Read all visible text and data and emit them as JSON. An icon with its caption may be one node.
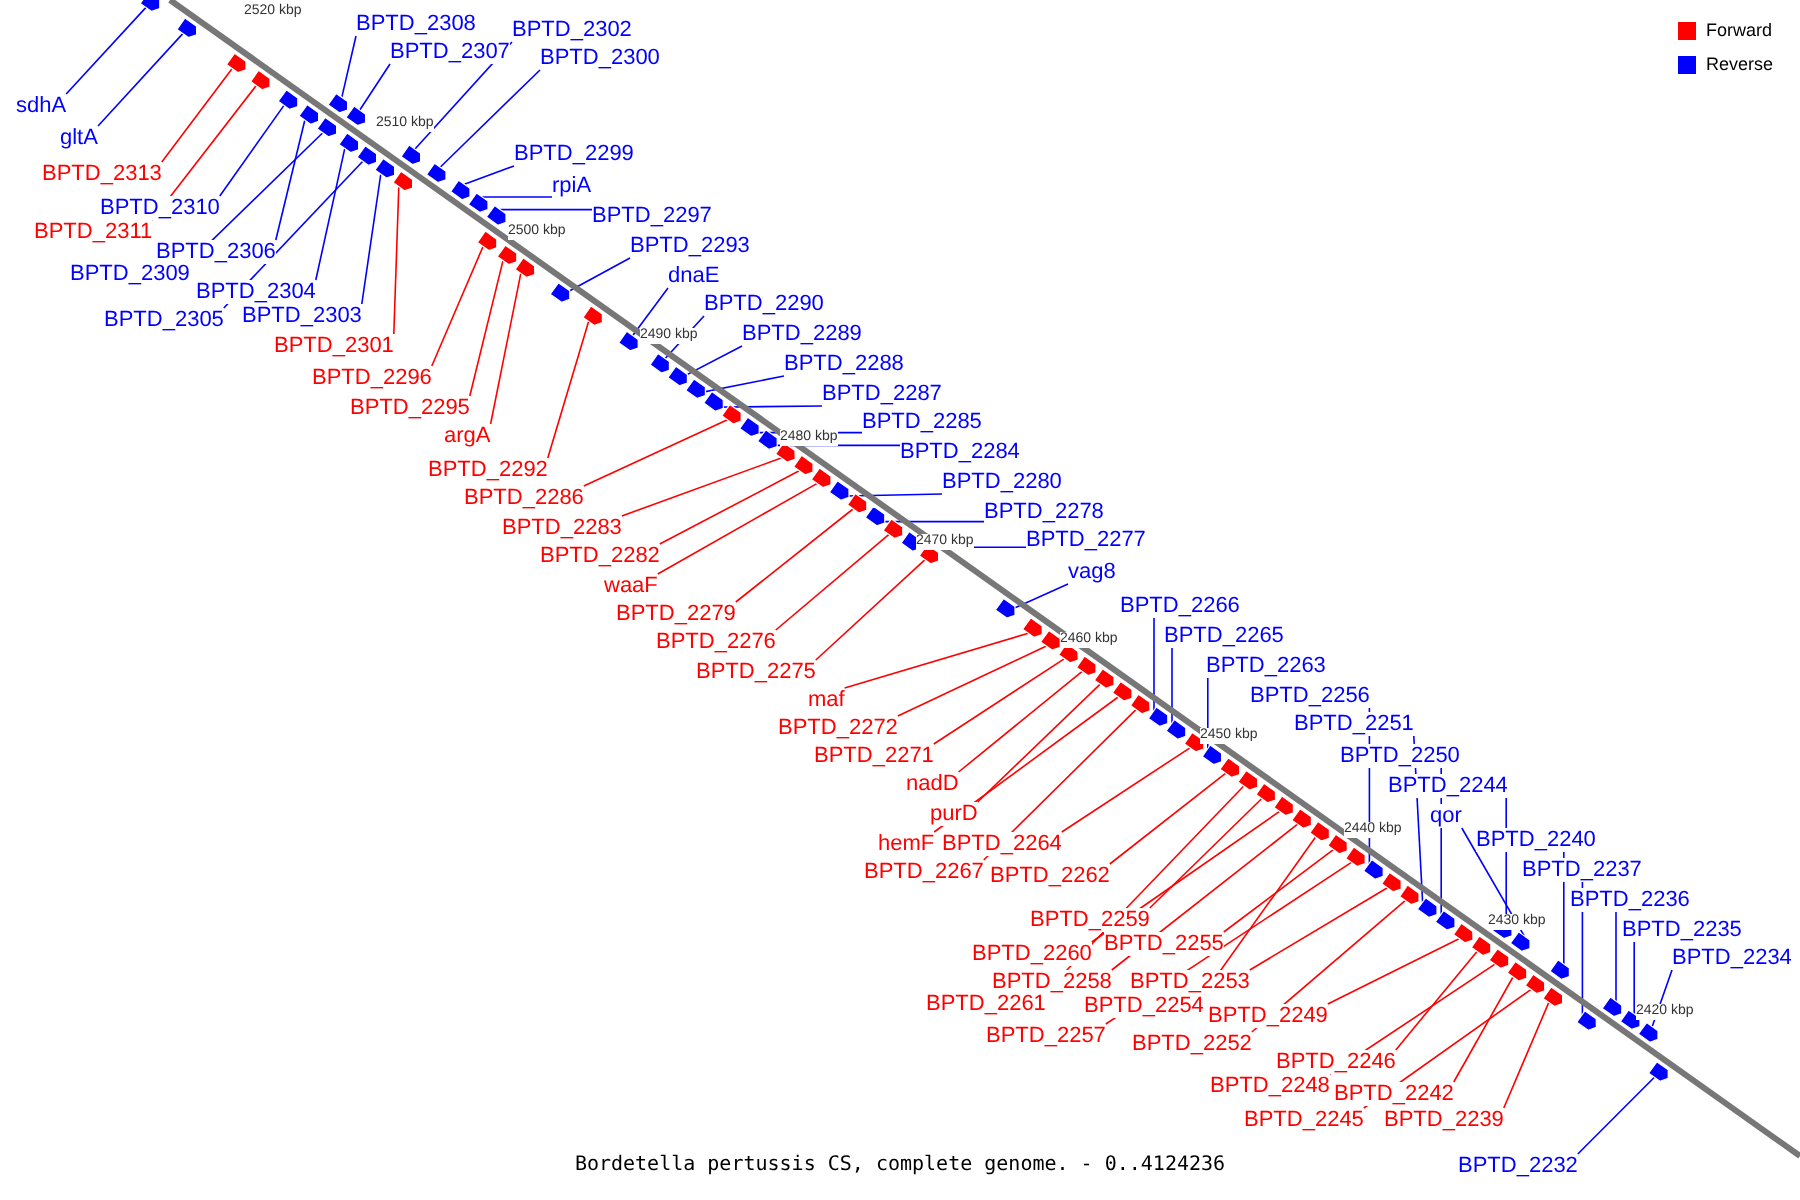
{
  "diagram": {
    "caption": "Bordetella pertussis CS, complete genome. - 0..4124236",
    "nodes": [
      {
        "text": [
          "BPTD_2308"
        ]
      },
      {
        "text": [
          "BPTD_2307"
        ]
      },
      {
        "text": [
          "BPTD_2302"
        ]
      },
      {
        "text": [
          "BPTD_2300"
        ]
      },
      {
        "text": [
          "BPTD_2299"
        ]
      },
      {
        "text": [
          "rpiA"
        ]
      },
      {
        "text": [
          "BPTD_2297"
        ]
      },
      {
        "text": [
          "BPTD_2293"
        ]
      },
      {
        "text": [
          "dnaE"
        ]
      },
      {
        "text": [
          "BPTD_2290"
        ]
      },
      {
        "text": [
          "BPTD_2289"
        ]
      },
      {
        "text": [
          "BPTD_2288"
        ]
      },
      {
        "text": [
          "BPTD_2287"
        ]
      },
      {
        "text": [
          "BPTD_2285"
        ]
      },
      {
        "text": [
          "BPTD_2284"
        ]
      },
      {
        "text": [
          "BPTD_2280"
        ]
      },
      {
        "text": [
          "BPTD_2278"
        ]
      },
      {
        "text": [
          "BPTD_2277"
        ]
      },
      {
        "text": [
          "vag8"
        ]
      },
      {
        "text": [
          "BPTD_2266"
        ]
      },
      {
        "text": [
          "BPTD_2265"
        ]
      },
      {
        "text": [
          "BPTD_2263"
        ]
      },
      {
        "text": [
          "BPTD_2256"
        ]
      },
      {
        "text": [
          "BPTD_2251"
        ]
      },
      {
        "text": [
          "BPTD_2250"
        ]
      },
      {
        "text": [
          "BPTD_2244"
        ]
      },
      {
        "text": [
          "qor"
        ]
      },
      {
        "text": [
          "BPTD_2240"
        ]
      },
      {
        "text": [
          "BPTD_2237"
        ]
      },
      {
        "text": [
          "BPTD_2236"
        ]
      },
      {
        "text": [
          "BPTD_2235"
        ]
      },
      {
        "text": [
          "BPTD_2234"
        ]
      },
      {
        "text": [
          "sdhA"
        ]
      },
      {
        "text": [
          "gltA"
        ]
      },
      {
        "text": [
          "BPTD_2310"
        ]
      },
      {
        "text": [
          "BPTD_2306"
        ]
      },
      {
        "text": [
          "BPTD_2309"
        ]
      },
      {
        "text": [
          "BPTD_2304"
        ]
      },
      {
        "text": [
          "BPTD_2305"
        ]
      },
      {
        "text": [
          "BPTD_2303"
        ]
      },
      {
        "text": [
          "BPTD_2232"
        ]
      },
      {
        "text": [
          "BPTD_2313"
        ]
      },
      {
        "text": [
          "BPTD_2311"
        ]
      },
      {
        "text": [
          "BPTD_2301"
        ]
      },
      {
        "text": [
          "BPTD_2296"
        ]
      },
      {
        "text": [
          "BPTD_2295"
        ]
      },
      {
        "text": [
          "argA"
        ]
      },
      {
        "text": [
          "BPTD_2292"
        ]
      },
      {
        "text": [
          "BPTD_2286"
        ]
      },
      {
        "text": [
          "BPTD_2283"
        ]
      },
      {
        "text": [
          "BPTD_2282"
        ]
      },
      {
        "text": [
          "waaF"
        ]
      },
      {
        "text": [
          "BPTD_2279"
        ]
      },
      {
        "text": [
          "BPTD_2276"
        ]
      },
      {
        "text": [
          "BPTD_2275"
        ]
      },
      {
        "text": [
          "maf"
        ]
      },
      {
        "text": [
          "BPTD_2272"
        ]
      },
      {
        "text": [
          "BPTD_2271"
        ]
      },
      {
        "text": [
          "nadD"
        ]
      },
      {
        "text": [
          "purD"
        ]
      },
      {
        "text": [
          "hemF"
        ]
      },
      {
        "text": [
          "BPTD_2267"
        ]
      },
      {
        "text": [
          "BPTD_2264"
        ]
      },
      {
        "text": [
          "BPTD_2262"
        ]
      },
      {
        "text": [
          "BPTD_2259"
        ]
      },
      {
        "text": [
          "BPTD_2260"
        ]
      },
      {
        "text": [
          "BPTD_2255"
        ]
      },
      {
        "text": [
          "BPTD_2258"
        ]
      },
      {
        "text": [
          "BPTD_2253"
        ]
      },
      {
        "text": [
          "BPTD_2261"
        ]
      },
      {
        "text": [
          "BPTD_2254"
        ]
      },
      {
        "text": [
          "BPTD_2257"
        ]
      },
      {
        "text": [
          "BPTD_2249"
        ]
      },
      {
        "text": [
          "BPTD_2252"
        ]
      },
      {
        "text": [
          "BPTD_2246"
        ]
      },
      {
        "text": [
          "BPTD_2248"
        ]
      },
      {
        "text": [
          "BPTD_2242"
        ]
      },
      {
        "text": [
          "BPTD_2245"
        ]
      },
      {
        "text": [
          "BPTD_2239"
        ]
      },
      {
        "text": [],
        "shape": "box"
      },
      {
        "text": [],
        "shape": "box"
      },
      {
        "text": [],
        "shape": "box"
      },
      {
        "text": [],
        "shape": "box"
      },
      {
        "text": [],
        "shape": "box"
      },
      {
        "text": [],
        "shape": "box"
      },
      {
        "text": [],
        "shape": "box"
      },
      {
        "text": [],
        "shape": "box"
      },
      {
        "text": [],
        "shape": "box"
      },
      {
        "text": [],
        "shape": "box"
      },
      {
        "text": [],
        "shape": "box"
      },
      {
        "text": [],
        "shape": "box"
      },
      {
        "text": [],
        "shape": "box"
      },
      {
        "text": [],
        "shape": "box"
      },
      {
        "text": [],
        "shape": "box"
      },
      {
        "text": [],
        "shape": "box"
      },
      {
        "text": [],
        "shape": "box"
      },
      {
        "text": [],
        "shape": "box"
      },
      {
        "text": [],
        "shape": "box"
      },
      {
        "text": [],
        "shape": "box"
      },
      {
        "text": [],
        "shape": "box"
      },
      {
        "text": [],
        "shape": "box"
      },
      {
        "text": [],
        "shape": "box"
      },
      {
        "text": [],
        "shape": "box"
      },
      {
        "text": [],
        "shape": "box"
      },
      {
        "text": [],
        "shape": "box"
      },
      {
        "text": [],
        "shape": "box"
      },
      {
        "text": [],
        "shape": "box"
      },
      {
        "text": [],
        "shape": "box"
      },
      {
        "text": [],
        "shape": "box"
      },
      {
        "text": [],
        "shape": "box"
      },
      {
        "text": [],
        "shape": "box"
      },
      {
        "text": [],
        "shape": "box"
      },
      {
        "text": [],
        "shape": "box"
      },
      {
        "text": [],
        "shape": "box"
      },
      {
        "text": [],
        "shape": "box"
      },
      {
        "text": [],
        "shape": "box"
      },
      {
        "text": [],
        "shape": "box"
      },
      {
        "text": [],
        "shape": "box"
      },
      {
        "text": [],
        "shape": "box"
      },
      {
        "text": [],
        "shape": "box"
      },
      {
        "text": [],
        "shape": "box"
      },
      {
        "text": [],
        "shape": "box"
      },
      {
        "text": [],
        "shape": "box"
      },
      {
        "text": [],
        "shape": "box"
      },
      {
        "text": [],
        "shape": "box"
      },
      {
        "text": [],
        "shape": "box"
      },
      {
        "text": [],
        "shape": "box"
      },
      {
        "text": [],
        "shape": "box"
      },
      {
        "text": [],
        "shape": "box"
      },
      {
        "text": [],
        "shape": "box"
      },
      {
        "text": [],
        "shape": "box"
      },
      {
        "text": [],
        "shape": "box"
      },
      {
        "text": [],
        "shape": "box"
      },
      {
        "text": [],
        "shape": "box"
      },
      {
        "text": [],
        "shape": "box"
      },
      {
        "text": [],
        "shape": "box"
      },
      {
        "text": [],
        "shape": "box"
      },
      {
        "text": [],
        "shape": "box"
      },
      {
        "text": [],
        "shape": "box"
      },
      {
        "text": [],
        "shape": "box"
      },
      {
        "text": [],
        "shape": "box"
      },
      {
        "text": [],
        "shape": "box"
      },
      {
        "text": [],
        "shape": "box"
      },
      {
        "text": [],
        "shape": "box"
      },
      {
        "text": [],
        "shape": "box"
      },
      {
        "text": [],
        "shape": "box"
      },
      {
        "text": [],
        "shape": "box"
      },
      {
        "text": [],
        "shape": "box"
      },
      {
        "text": [],
        "shape": "box"
      },
      {
        "text": [],
        "shape": "box"
      },
      {
        "text": [],
        "shape": "box"
      },
      {
        "text": [],
        "shape": "box"
      },
      {
        "text": [],
        "shape": "box"
      },
      {
        "text": [],
        "shape": "box"
      },
      {
        "text": [],
        "shape": "box"
      },
      {
        "text": [],
        "shape": "box"
      },
      {
        "text": [],
        "shape": "box"
      },
      {
        "text": [],
        "shape": "box"
      }
    ],
    "edges": [
      {
        "from": 0,
        "to": 79,
        "arrow": "none"
      },
      {
        "from": 1,
        "to": 80,
        "arrow": "none"
      },
      {
        "from": 2,
        "to": 81,
        "arrow": "none"
      },
      {
        "from": 3,
        "to": 82,
        "arrow": "none"
      },
      {
        "from": 4,
        "to": 83,
        "arrow": "none"
      },
      {
        "from": 5,
        "to": 84,
        "arrow": "none"
      },
      {
        "from": 6,
        "to": 85,
        "arrow": "none"
      },
      {
        "from": 7,
        "to": 86,
        "arrow": "none"
      },
      {
        "from": 8,
        "to": 87,
        "arrow": "none"
      },
      {
        "from": 9,
        "to": 88,
        "arrow": "none"
      },
      {
        "from": 10,
        "to": 89,
        "arrow": "none"
      },
      {
        "from": 11,
        "to": 90,
        "arrow": "none"
      },
      {
        "from": 12,
        "to": 91,
        "arrow": "none"
      },
      {
        "from": 13,
        "to": 92,
        "arrow": "none"
      },
      {
        "from": 14,
        "to": 93,
        "arrow": "none"
      },
      {
        "from": 15,
        "to": 94,
        "arrow": "none"
      },
      {
        "from": 16,
        "to": 95,
        "arrow": "none"
      },
      {
        "from": 17,
        "to": 96,
        "arrow": "none"
      },
      {
        "from": 18,
        "to": 97,
        "arrow": "none"
      },
      {
        "from": 19,
        "to": 98,
        "arrow": "none"
      },
      {
        "from": 20,
        "to": 99,
        "arrow": "none"
      },
      {
        "from": 21,
        "to": 100,
        "arrow": "none"
      },
      {
        "from": 22,
        "to": 101,
        "arrow": "none"
      },
      {
        "from": 23,
        "to": 102,
        "arrow": "none"
      },
      {
        "from": 24,
        "to": 103,
        "arrow": "none"
      },
      {
        "from": 25,
        "to": 104,
        "arrow": "none"
      },
      {
        "from": 26,
        "to": 105,
        "arrow": "none"
      },
      {
        "from": 27,
        "to": 106,
        "arrow": "none"
      },
      {
        "from": 28,
        "to": 107,
        "arrow": "none"
      },
      {
        "from": 29,
        "to": 108,
        "arrow": "none"
      },
      {
        "from": 30,
        "to": 109,
        "arrow": "none"
      },
      {
        "from": 31,
        "to": 110,
        "arrow": "none"
      },
      {
        "from": 32,
        "to": 111,
        "arrow": "none"
      },
      {
        "from": 33,
        "to": 112,
        "arrow": "none"
      },
      {
        "from": 34,
        "to": 113,
        "arrow": "none"
      },
      {
        "from": 35,
        "to": 114,
        "arrow": "none"
      },
      {
        "from": 36,
        "to": 115,
        "arrow": "none"
      },
      {
        "from": 37,
        "to": 116,
        "arrow": "none"
      },
      {
        "from": 38,
        "to": 117,
        "arrow": "none"
      },
      {
        "from": 39,
        "to": 118,
        "arrow": "none"
      },
      {
        "from": 40,
        "to": 119,
        "arrow": "none"
      },
      {
        "from": 41,
        "to": 120,
        "arrow": "none",
        "color": "#ff0000"
      },
      {
        "from": 42,
        "to": 121,
        "arrow": "none",
        "color": "#ff0000"
      },
      {
        "from": 43,
        "to": 122,
        "arrow": "none",
        "color": "#ff0000"
      },
      {
        "from": 44,
        "to": 123,
        "arrow": "none",
        "color": "#ff0000"
      },
      {
        "from": 45,
        "to": 124,
        "arrow": "none",
        "color": "#ff0000"
      },
      {
        "from": 46,
        "to": 125,
        "arrow": "none",
        "color": "#ff0000"
      },
      {
        "from": 47,
        "to": 126,
        "arrow": "none",
        "color": "#ff0000"
      },
      {
        "from": 48,
        "to": 127,
        "arrow": "none",
        "color": "#ff0000"
      },
      {
        "from": 49,
        "to": 128,
        "arrow": "none",
        "color": "#ff0000"
      },
      {
        "from": 50,
        "to": 129,
        "arrow": "none",
        "color": "#ff0000"
      },
      {
        "from": 51,
        "to": 130,
        "arrow": "none",
        "color": "#ff0000"
      },
      {
        "from": 52,
        "to": 131,
        "arrow": "none",
        "color": "#ff0000"
      },
      {
        "from": 53,
        "to": 132,
        "arrow": "none",
        "color": "#ff0000"
      },
      {
        "from": 54,
        "to": 133,
        "arrow": "none",
        "color": "#ff0000"
      },
      {
        "from": 55,
        "to": 134,
        "arrow": "none",
        "color": "#ff0000"
      },
      {
        "from": 56,
        "to": 135,
        "arrow": "none",
        "color": "#ff0000"
      },
      {
        "from": 57,
        "to": 136,
        "arrow": "none",
        "color": "#ff0000"
      },
      {
        "from": 58,
        "to": 137,
        "arrow": "none",
        "color": "#ff0000"
      },
      {
        "from": 59,
        "to": 138,
        "arrow": "none",
        "color": "#ff0000"
      },
      {
        "from": 60,
        "to": 139,
        "arrow": "none",
        "color": "#ff0000"
      },
      {
        "from": 61,
        "to": 140,
        "arrow": "none",
        "color": "#ff0000"
      },
      {
        "from": 62,
        "to": 141,
        "arrow": "none",
        "color": "#ff0000"
      },
      {
        "from": 63,
        "to": 142,
        "arrow": "none",
        "color": "#ff0000"
      },
      {
        "from": 64,
        "to": 143,
        "arrow": "none",
        "color": "#ff0000"
      },
      {
        "from": 65,
        "to": 144,
        "arrow": "none",
        "color": "#ff0000"
      },
      {
        "from": 66,
        "to": 145,
        "arrow": "none",
        "color": "#ff0000"
      },
      {
        "from": 67,
        "to": 146,
        "arrow": "none",
        "color": "#ff0000"
      },
      {
        "from": 68,
        "to": 147,
        "arrow": "none",
        "color": "#ff0000"
      },
      {
        "from": 69,
        "to": 148,
        "arrow": "none",
        "color": "#ff0000"
      },
      {
        "from": 70,
        "to": 149,
        "arrow": "none",
        "color": "#ff0000"
      },
      {
        "from": 71,
        "to": 150,
        "arrow": "none",
        "color": "#ff0000"
      },
      {
        "from": 72,
        "to": 151,
        "arrow": "none",
        "color": "#ff0000"
      },
      {
        "from": 73,
        "to": 152,
        "arrow": "none",
        "color": "#ff0000"
      },
      {
        "from": 74,
        "to": 153,
        "arrow": "none",
        "color": "#ff0000"
      },
      {
        "from": 75,
        "to": 154,
        "arrow": "none",
        "color": "#ff0000"
      },
      {
        "from": 76,
        "to": 155,
        "arrow": "none",
        "color": "#ff0000"
      },
      {
        "from": 77,
        "to": 156,
        "arrow": "none",
        "color": "#ff0000"
      },
      {
        "from": 78,
        "to": 157,
        "arrow": "none",
        "color": "#ff0000"
      }
    ],
    "labels": [
      "2520 kbp",
      "2510 kbp",
      "2500 kbp",
      "2490 kbp",
      "2480 kbp",
      "2470 kbp",
      "2460 kbp",
      "2450 kbp",
      "2440 kbp",
      "2430 kbp",
      "2420 kbp"
    ],
    "legend": [
      {
        "text": "Forward",
        "color": "#ff0000"
      },
      {
        "text": "Reverse",
        "color": "#0000ff"
      }
    ]
  }
}
